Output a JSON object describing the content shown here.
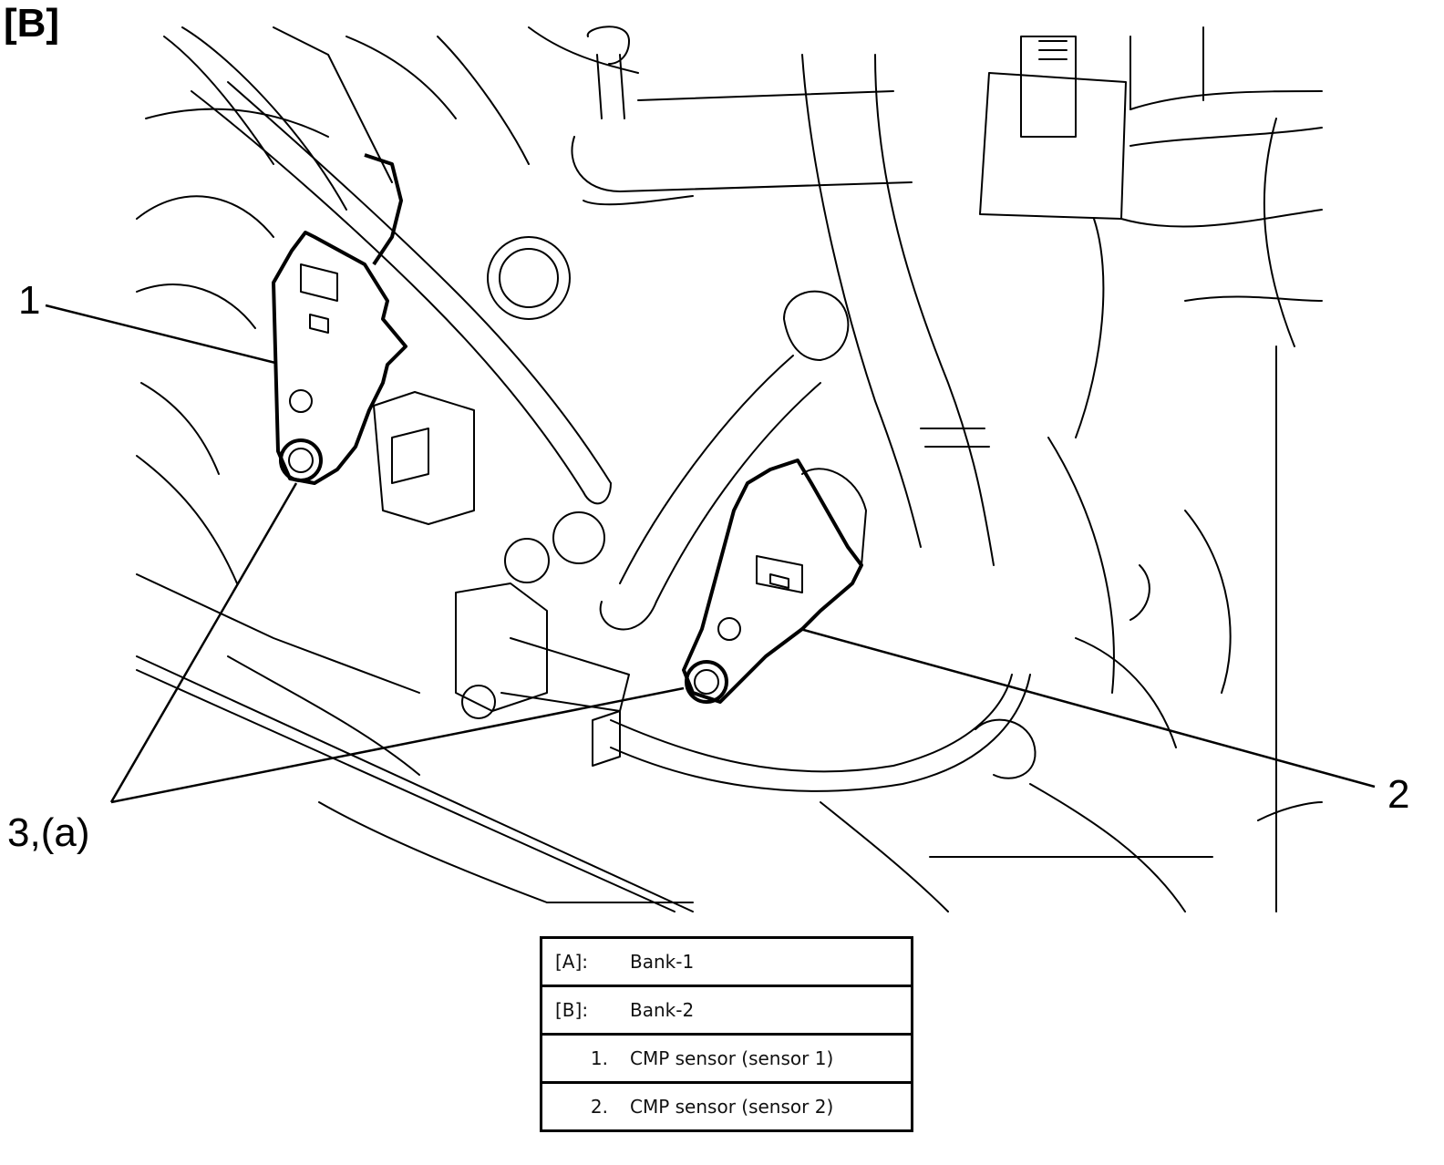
{
  "panel_label": "[B]",
  "callouts": {
    "c1": "1",
    "c2": "2",
    "c3": "3,(a)"
  },
  "legend": [
    {
      "key": "[A]:",
      "desc": "Bank-1"
    },
    {
      "key": "[B]:",
      "desc": "Bank-2"
    },
    {
      "key": "1.",
      "desc": "CMP sensor (sensor 1)"
    },
    {
      "key": "2.",
      "desc": "CMP sensor (sensor 2)"
    }
  ]
}
